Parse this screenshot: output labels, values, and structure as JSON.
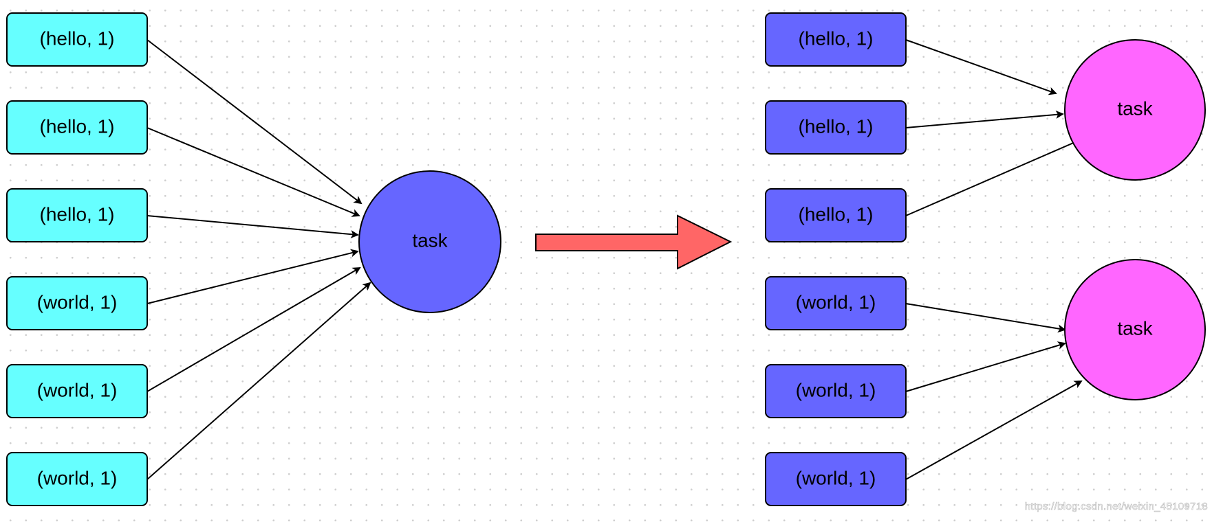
{
  "colors": {
    "left_box_fill": "#66ffff",
    "right_box_fill": "#6666ff",
    "left_task_fill": "#6666ff",
    "right_task_fill": "#ff66ff",
    "transform_arrow_fill": "#ff6666",
    "stroke": "#000000"
  },
  "left": {
    "items": [
      "(hello, 1)",
      "(hello, 1)",
      "(hello, 1)",
      "(world, 1)",
      "(world, 1)",
      "(world, 1)"
    ],
    "task": "task"
  },
  "right": {
    "items": [
      "(hello, 1)",
      "(hello, 1)",
      "(hello, 1)",
      "(world, 1)",
      "(world, 1)",
      "(world, 1)"
    ],
    "tasks": [
      "task",
      "task"
    ]
  },
  "watermark": "https://blog.csdn.net/weixin_45109718"
}
